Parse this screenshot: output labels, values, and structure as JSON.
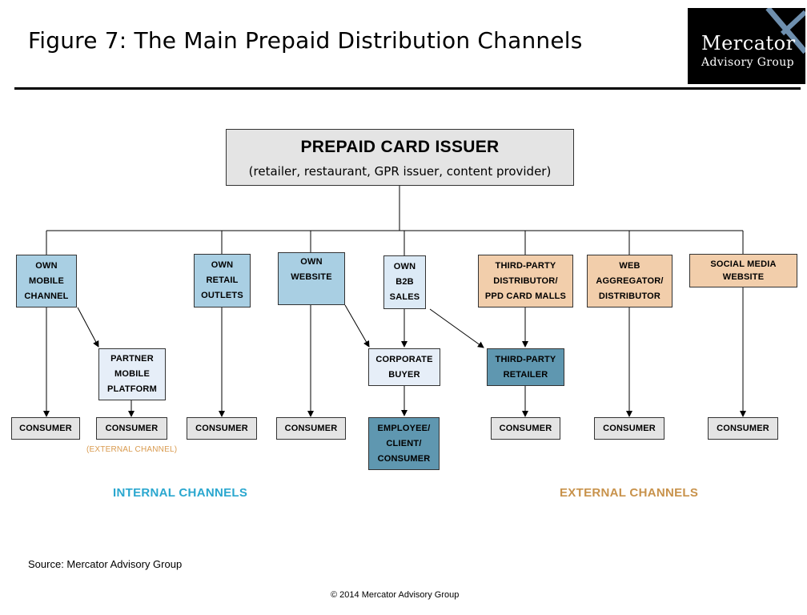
{
  "header": {
    "title": "Figure 7: The Main Prepaid Distribution Channels"
  },
  "logo": {
    "line1": "Mercator",
    "line2": "Advisory Group",
    "background": "#000000",
    "accent": "#6e8fae"
  },
  "diagram": {
    "issuer": {
      "title": "PREPAID CARD ISSUER",
      "subtitle": "(retailer, restaurant, GPR issuer, content provider)"
    },
    "channels": {
      "own_mobile": [
        "OWN",
        "MOBILE",
        "CHANNEL"
      ],
      "own_retail": [
        "OWN",
        "RETAIL",
        "OUTLETS"
      ],
      "own_website": [
        "OWN",
        "WEBSITE"
      ],
      "own_b2b": [
        "OWN",
        "B2B",
        "SALES"
      ],
      "third_party_distributor": [
        "THIRD-PARTY",
        "DISTRIBUTOR/",
        "PPD CARD MALLS"
      ],
      "web_aggregator": [
        "WEB",
        "AGGREGATOR/",
        "DISTRIBUTOR"
      ],
      "social_media": [
        "SOCIAL MEDIA",
        "WEBSITE"
      ]
    },
    "intermediaries": {
      "partner_mobile": [
        "PARTNER",
        "MOBILE",
        "PLATFORM"
      ],
      "corporate_buyer": [
        "CORPORATE",
        "BUYER"
      ],
      "third_party_retailer": [
        "THIRD-PARTY",
        "RETAILER"
      ]
    },
    "endpoints": {
      "consumer": "CONSUMER",
      "employee": [
        "EMPLOYEE/",
        "CLIENT/",
        "CONSUMER"
      ]
    },
    "notes": {
      "external_channel": "(EXTERNAL CHANNEL)"
    },
    "sections": {
      "internal": "INTERNAL CHANNELS",
      "external": "EXTERNAL CHANNELS"
    },
    "colors": {
      "internal_channel": "#a9cfe3",
      "external_channel": "#f2ceab",
      "intermediary": "#dceaf6",
      "highlight": "#5f97b0",
      "consumer": "#e4e4e4",
      "internal_label": "#2aa7cf",
      "external_label": "#c8924b"
    }
  },
  "footer": {
    "source": "Source: Mercator Advisory Group",
    "copyright": "© 2014 Mercator Advisory Group"
  }
}
